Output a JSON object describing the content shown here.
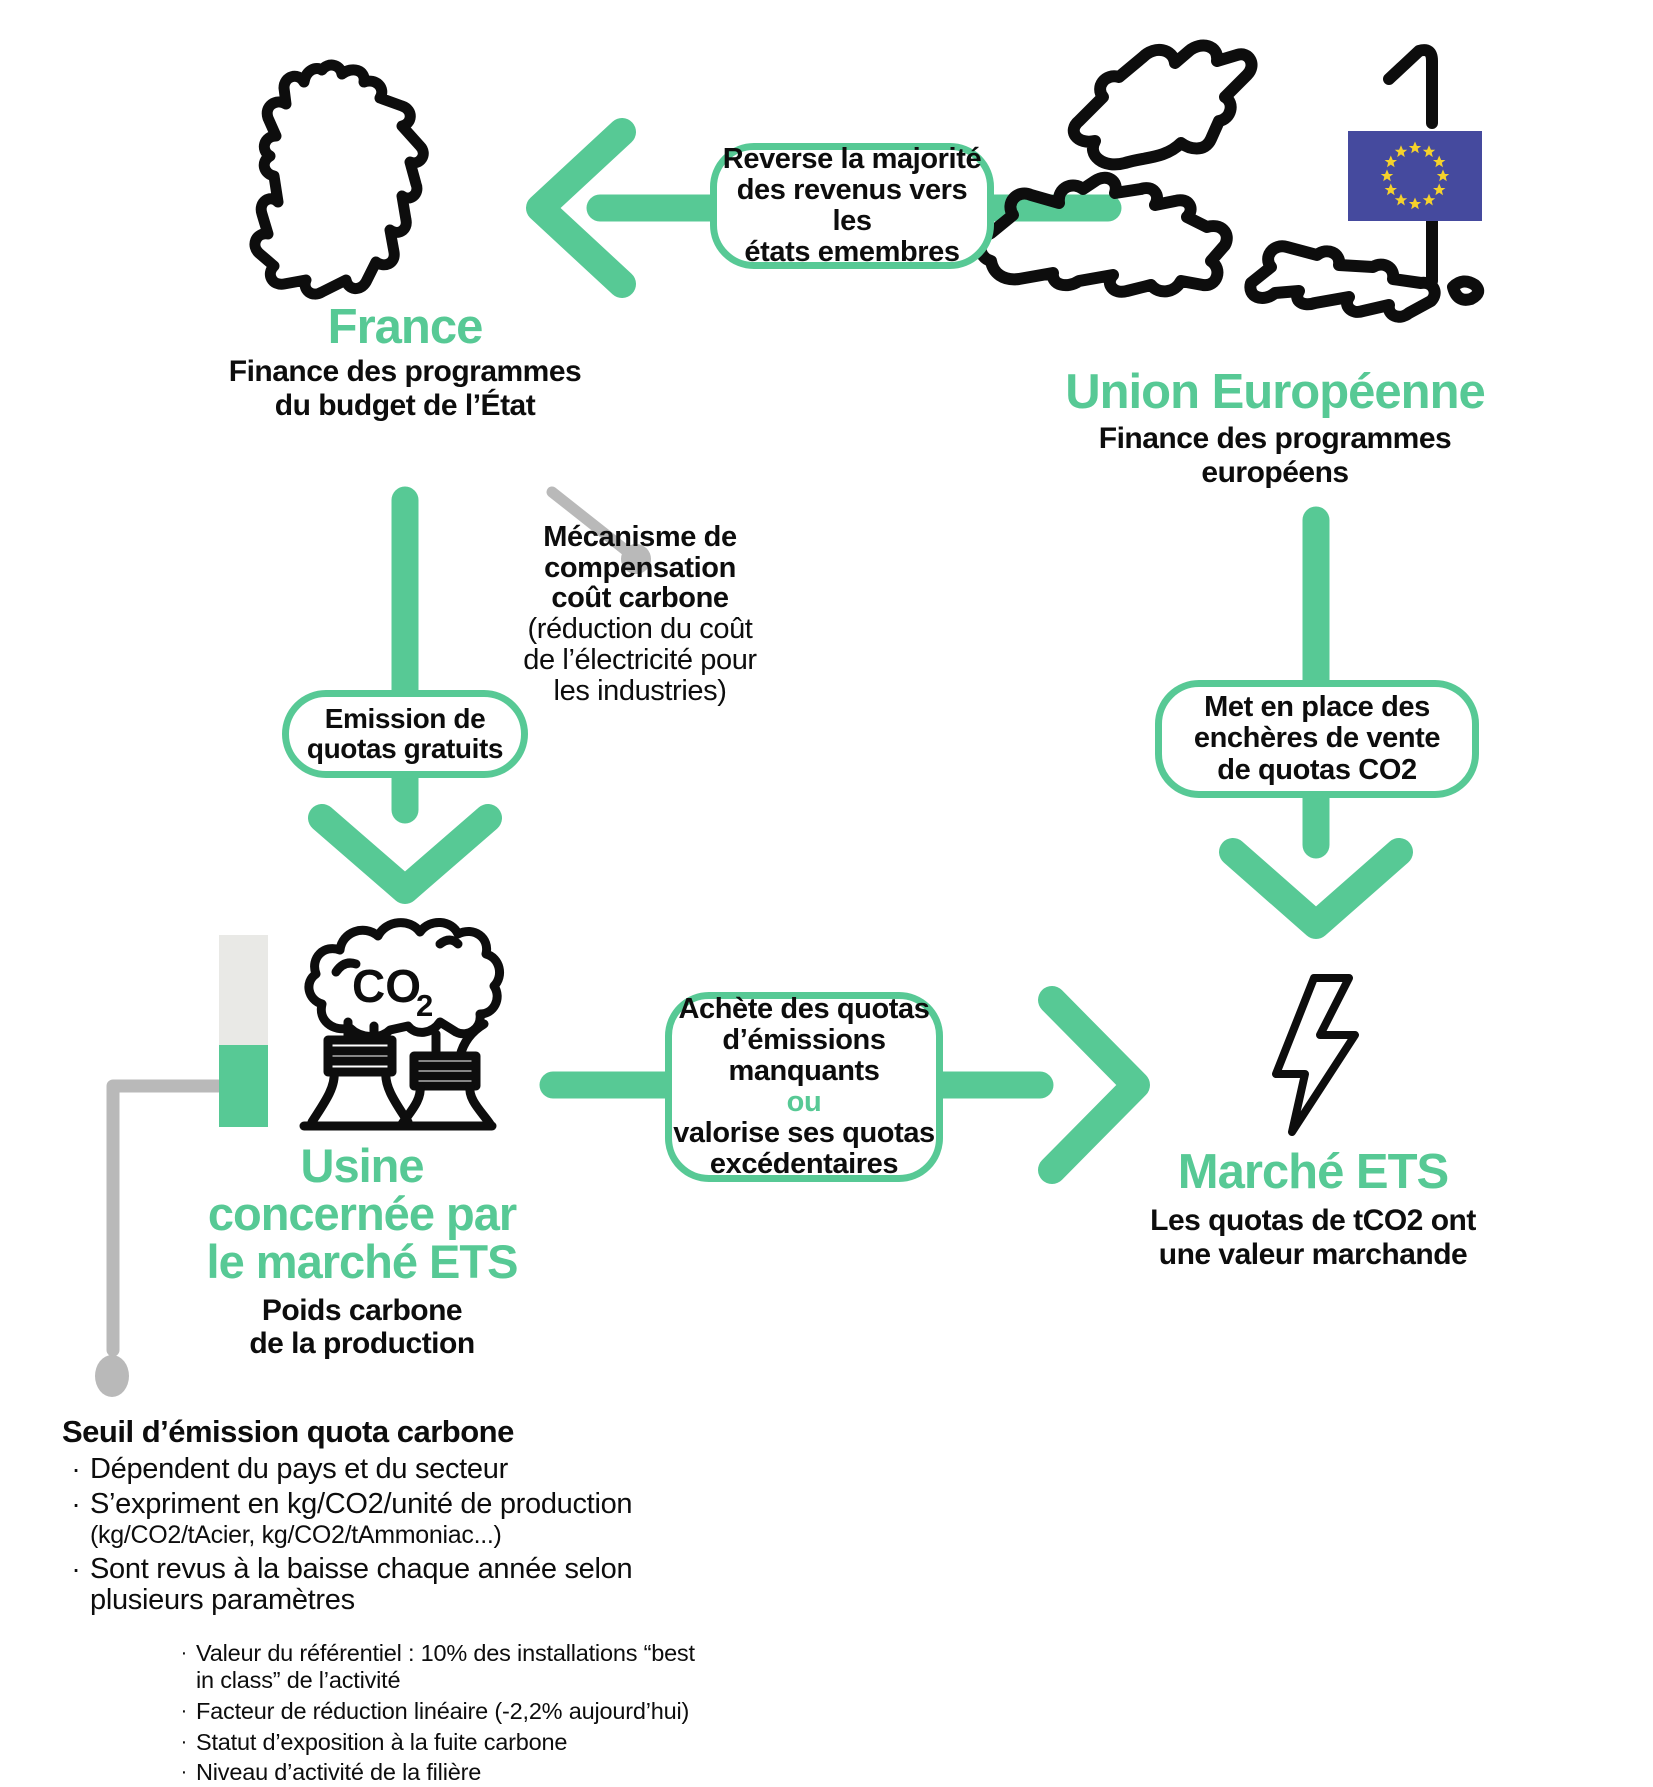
{
  "colors": {
    "accent_green": "#57C995",
    "connector_gray": "#b9b9b9",
    "gauge_light_gray": "#e9e9e6",
    "flag_blue": "#454a9e",
    "star_yellow": "#f5d22b",
    "ink_black": "#0d0d0d"
  },
  "nodes": {
    "france": {
      "title": "France",
      "subtitle": "Finance des programmes\ndu budget de l’État"
    },
    "eu": {
      "title": "Union Européenne",
      "subtitle": "Finance des programmes\neuropéens"
    },
    "usine": {
      "title": "Usine\nconcernée par\nle marché ETS",
      "subtitle": "Poids carbone\nde la production",
      "icon_co": "CO",
      "icon_sub": "2"
    },
    "marche": {
      "title": "Marché ETS",
      "subtitle": "Les quotas de tCO2 ont\nune valeur marchande"
    }
  },
  "labels": {
    "eu_to_france": "Reverse la majorité\ndes revenus vers les\nétats emembres",
    "france_down": "Emission de\nquotas gratuits",
    "eu_down": "Met en place des\nenchères de vente\nde quotas CO2",
    "achete_buy": "Achète des quotas\nd’émissions\nmanquants",
    "achete_or": "ou",
    "achete_sell": "valorise ses quotas\nexcédentaires"
  },
  "mecanisme": {
    "bold": "Mécanisme de\ncompensation\ncoût carbone",
    "regular": "(réduction du coût\nde l’électricité pour\nles industries)"
  },
  "seuil": {
    "heading": "Seuil d’émission quota carbone",
    "marker": "·",
    "items": [
      {
        "text": "Dépendent du pays et du secteur"
      },
      {
        "text": "S’expriment en kg/CO2/unité de production",
        "note": "(kg/CO2/tAcier, kg/CO2/tAmmoniac...)"
      },
      {
        "text": "Sont revus à la baisse chaque année selon\nplusieurs paramètres"
      }
    ],
    "subitems": [
      {
        "text": "Valeur du référentiel : 10% des installations “best\nin class” de l’activité"
      },
      {
        "text": "Facteur de réduction linéaire (-2,2% aujourd’hui)"
      },
      {
        "text": "Statut d’exposition à la fuite carbone"
      },
      {
        "text": "Niveau d’activité de la filière"
      }
    ]
  },
  "icons": [
    "france-map-icon",
    "europe-map-icon",
    "eu-flag-icon",
    "factory-co2-icon",
    "lightning-bolt-icon",
    "quota-gauge-icon"
  ]
}
